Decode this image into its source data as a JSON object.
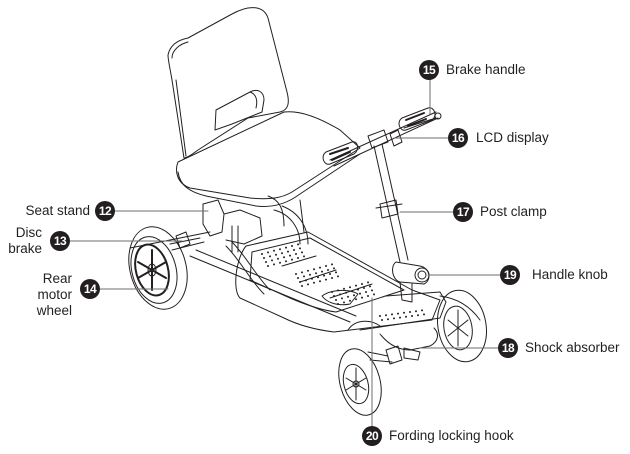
{
  "diagram": {
    "subject": "Folding mobility scooter parts diagram",
    "callouts": [
      {
        "number": "12",
        "label": "Seat stand"
      },
      {
        "number": "13",
        "label": "Disc brake",
        "lines": [
          "Disc",
          "brake"
        ]
      },
      {
        "number": "14",
        "label": "Rear motor wheel",
        "lines": [
          "Rear",
          "motor",
          "wheel"
        ]
      },
      {
        "number": "15",
        "label": "Brake handle"
      },
      {
        "number": "16",
        "label": "LCD display"
      },
      {
        "number": "17",
        "label": "Post clamp"
      },
      {
        "number": "18",
        "label": "Shock absorber"
      },
      {
        "number": "19",
        "label": "Handle knob"
      },
      {
        "number": "20",
        "label": "Fording locking hook"
      }
    ],
    "colors": {
      "ink": "#231f20",
      "leader": "#6d6e71",
      "background": "#ffffff"
    }
  }
}
